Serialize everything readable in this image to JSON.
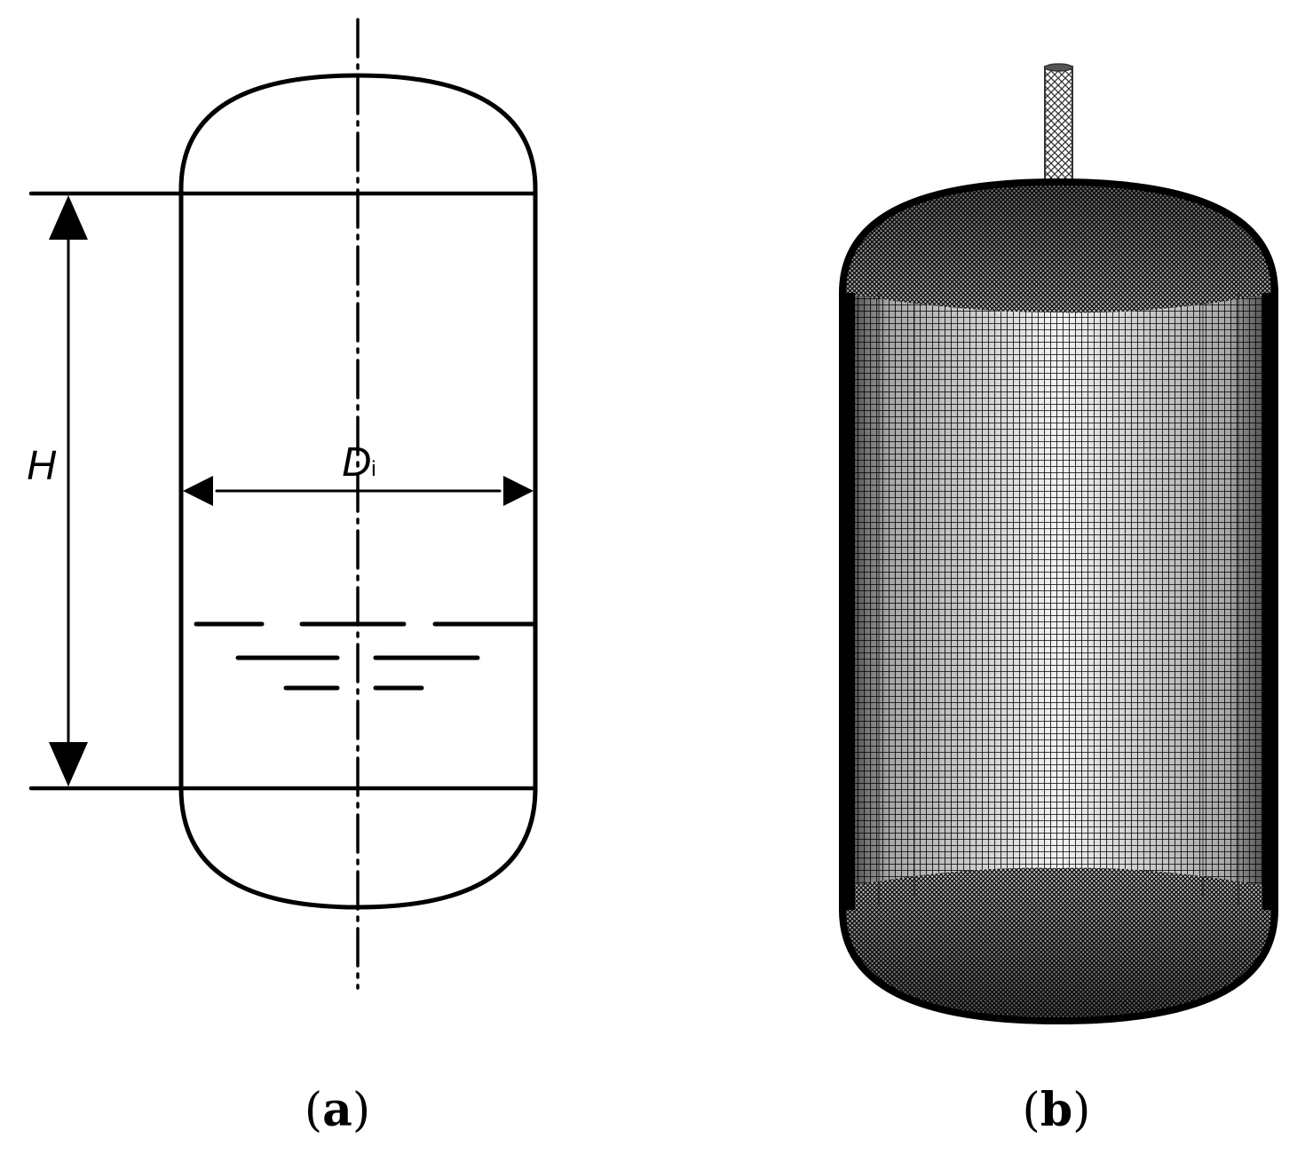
{
  "panel_a": {
    "height_label": "H",
    "diameter_label_main": "D",
    "diameter_label_sub": "i",
    "caption_open": "(",
    "caption_letter": "a",
    "caption_close": ")"
  },
  "panel_b": {
    "caption_open": "(",
    "caption_letter": "b",
    "caption_close": ")"
  },
  "colors": {
    "ink": "#000000",
    "background": "#ffffff"
  }
}
